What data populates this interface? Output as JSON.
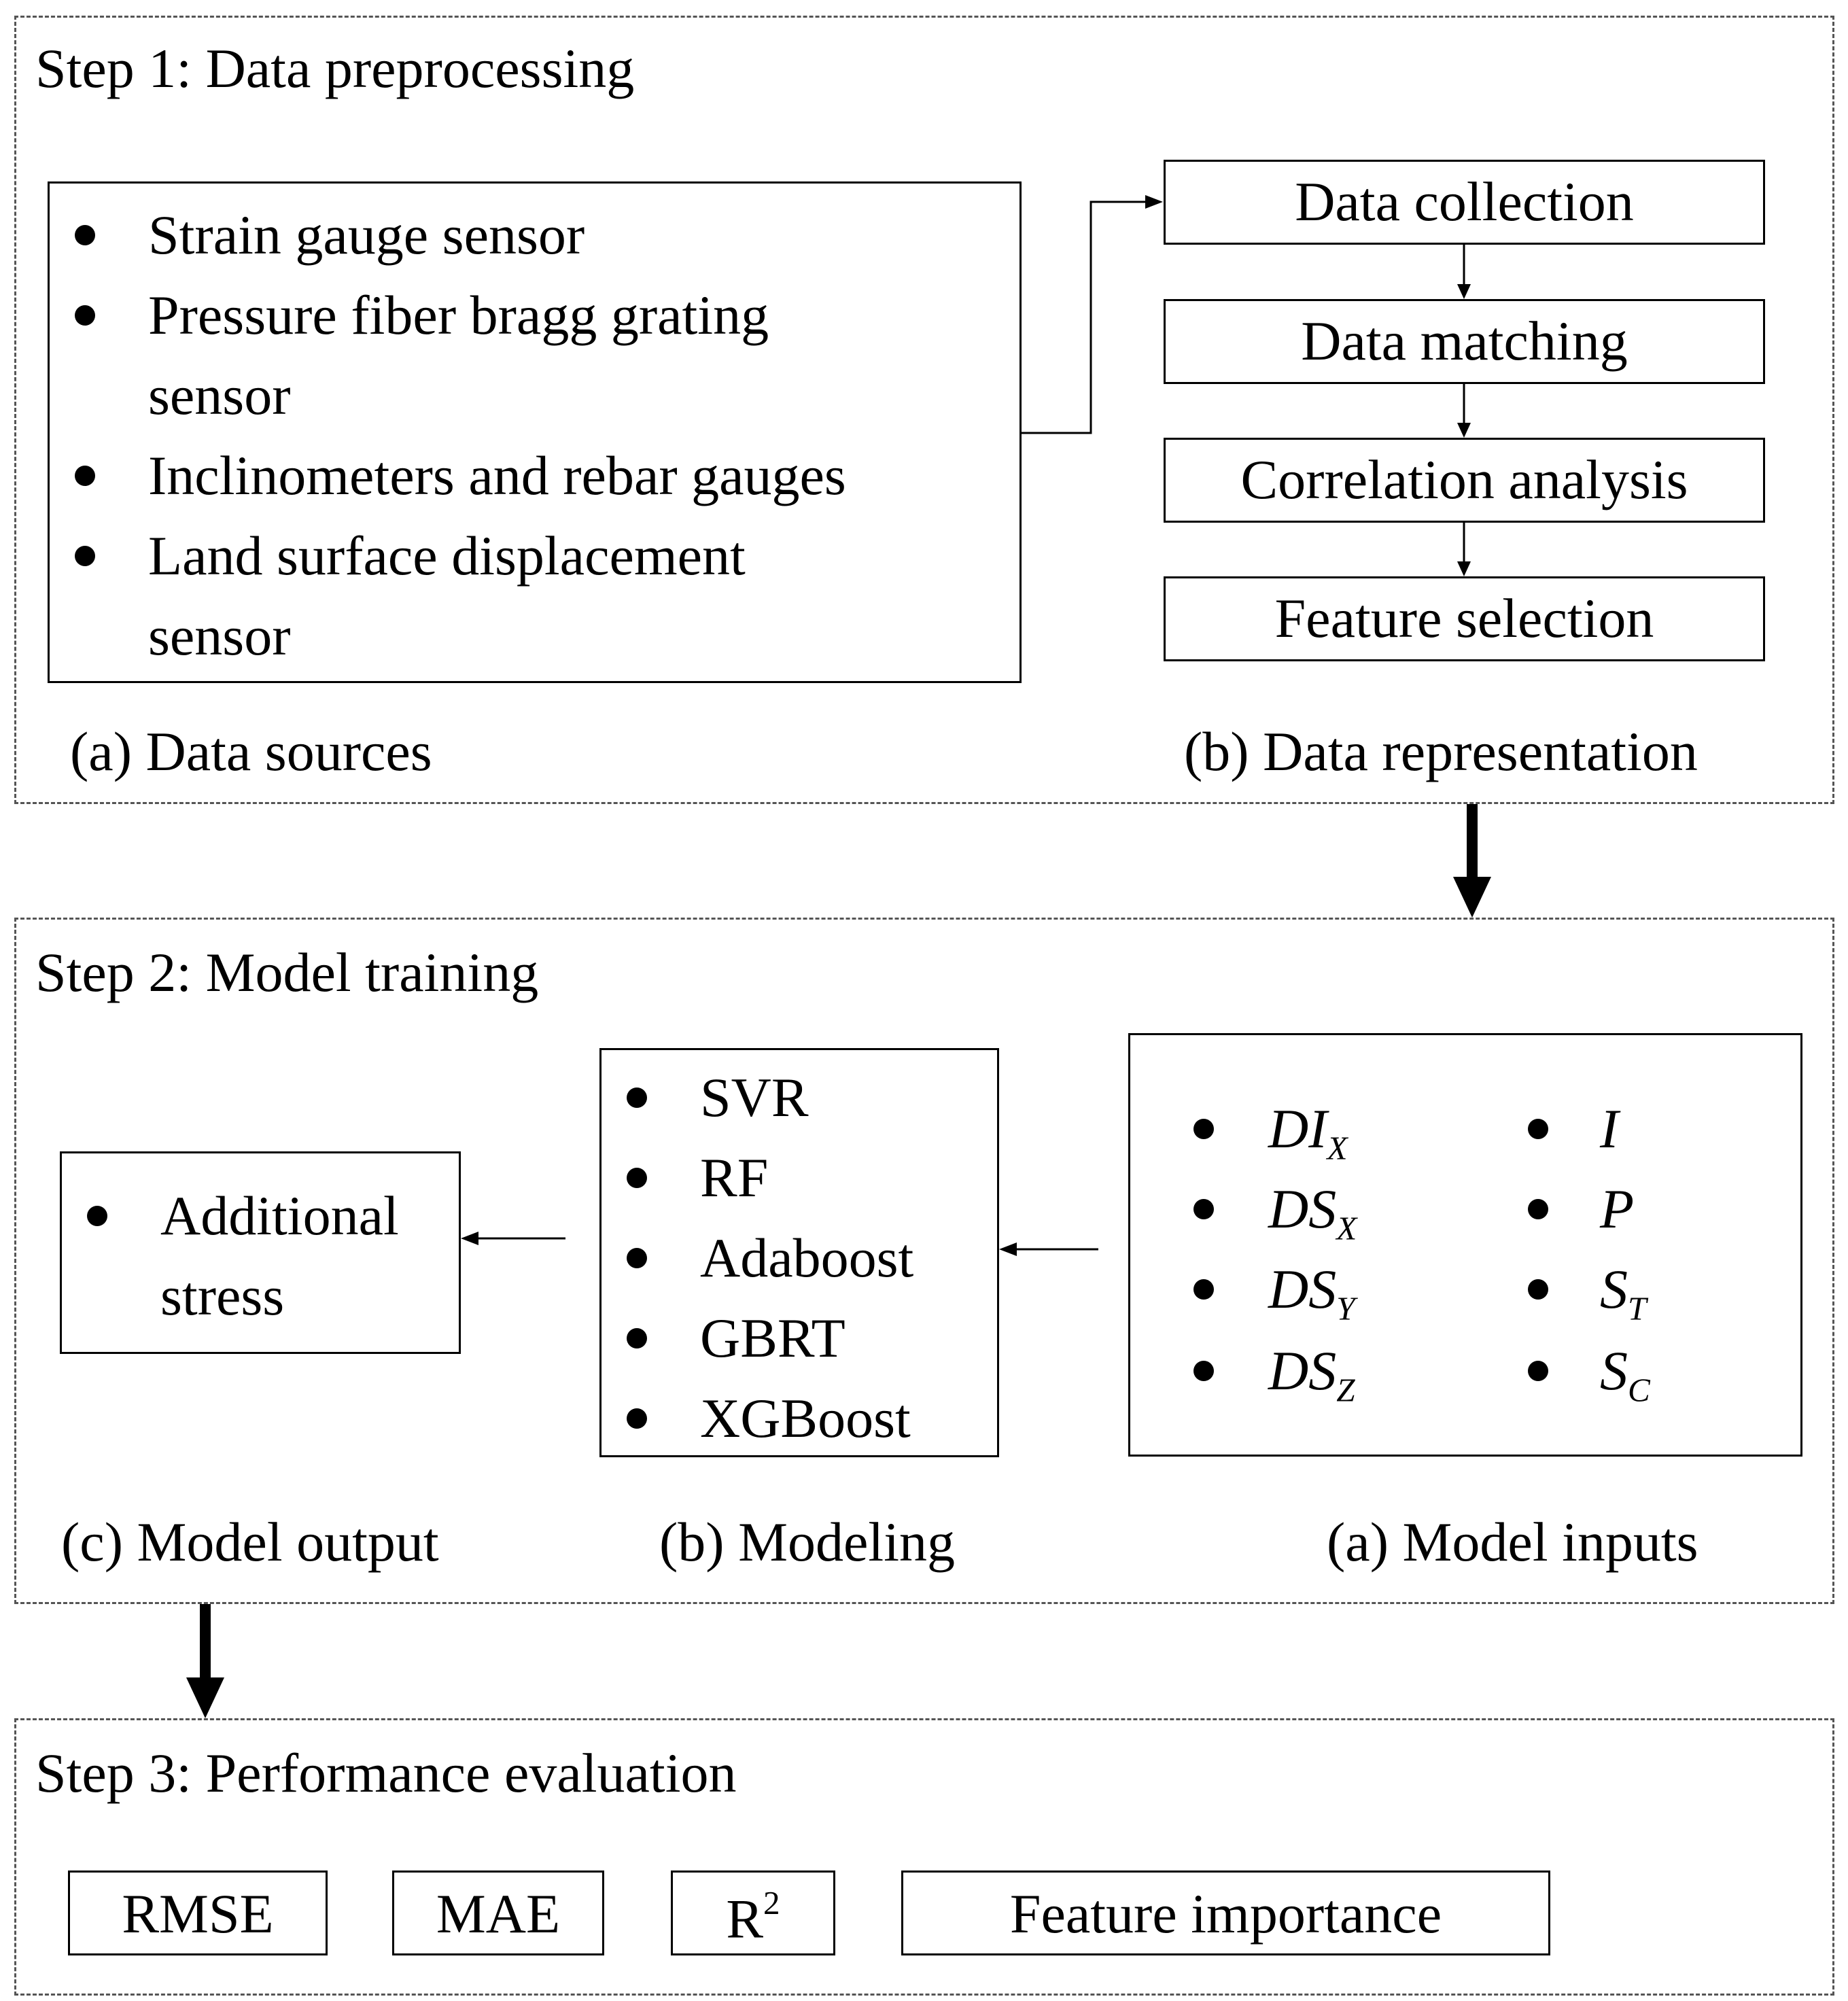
{
  "step1": {
    "title": "Step 1: Data preprocessing",
    "sources": {
      "caption": "(a) Data sources",
      "items": [
        "Strain gauge sensor",
        "Pressure fiber bragg grating",
        "sensor",
        "Inclinometers and rebar gauges",
        "Land surface displacement",
        "sensor"
      ]
    },
    "representation": {
      "caption": "(b) Data representation",
      "steps": [
        "Data collection",
        "Data matching",
        "Correlation analysis",
        "Feature selection"
      ]
    }
  },
  "step2": {
    "title": "Step 2: Model training",
    "inputs": {
      "caption": "(a) Model inputs",
      "left": [
        {
          "main": "DI",
          "sub": "X"
        },
        {
          "main": "DS",
          "sub": "X"
        },
        {
          "main": "DS",
          "sub": "Y"
        },
        {
          "main": "DS",
          "sub": "Z"
        }
      ],
      "right": [
        {
          "main": "I",
          "sub": ""
        },
        {
          "main": "P",
          "sub": ""
        },
        {
          "main": "S",
          "sub": "T"
        },
        {
          "main": "S",
          "sub": "C"
        }
      ]
    },
    "modeling": {
      "caption": "(b) Modeling",
      "items": [
        "SVR",
        "RF",
        "Adaboost",
        "GBRT",
        "XGBoost"
      ]
    },
    "output": {
      "caption": "(c) Model output",
      "items": [
        "Additional",
        "stress"
      ]
    }
  },
  "step3": {
    "title": "Step 3: Performance evaluation",
    "metrics": {
      "rmse": "RMSE",
      "mae": "MAE",
      "r2_base": "R",
      "r2_sup": "2",
      "feature_importance": "Feature importance"
    }
  },
  "colors": {
    "line": "#000000",
    "dash": "#555555",
    "background": "#ffffff"
  }
}
